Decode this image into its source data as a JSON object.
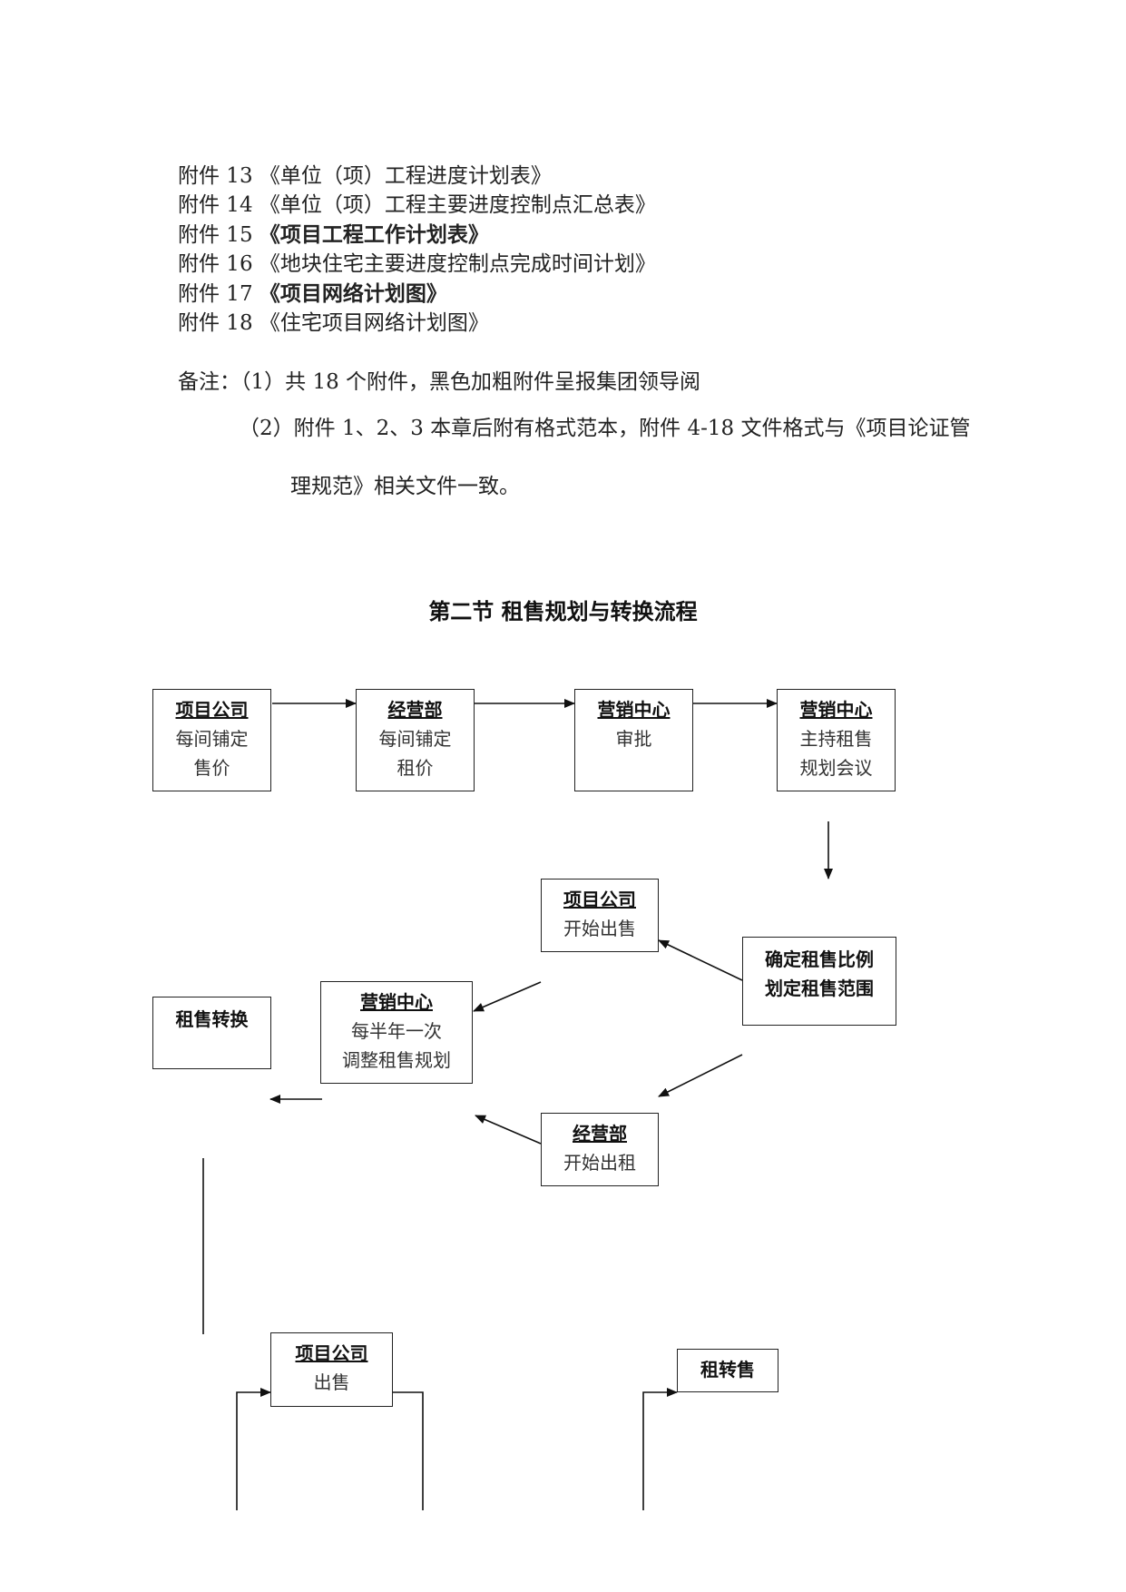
{
  "attachments": [
    {
      "prefix": "附件 13 ",
      "title": "《单位（项）工程进度计划表》",
      "bold": false
    },
    {
      "prefix": "附件 14 ",
      "title": "《单位（项）工程主要进度控制点汇总表》",
      "bold": false
    },
    {
      "prefix": "附件 15 ",
      "title": "《项目工程工作计划表》",
      "bold": true
    },
    {
      "prefix": "附件 16 ",
      "title": "《地块住宅主要进度控制点完成时间计划》",
      "bold": false
    },
    {
      "prefix": "附件 17 ",
      "title": "《项目网络计划图》",
      "bold": true
    },
    {
      "prefix": "附件 18 ",
      "title": "《住宅项目网络计划图》",
      "bold": false
    }
  ],
  "notes": {
    "line1": "备注：（1）共 18 个附件，黑色加粗附件呈报集团领导阅",
    "line2": "（2）附件 1、2、3 本章后附有格式范本，附件 4-18 文件格式与《项目论证管",
    "line3": "理规范》相关文件一致。"
  },
  "section_title": "第二节 租售规划与转换流程",
  "flow": {
    "b1": {
      "head": "项目公司",
      "line1": "每间铺定",
      "line2": "售价"
    },
    "b2": {
      "head": "经营部",
      "line1": "每间铺定",
      "line2": "租价"
    },
    "b3": {
      "head": "营销中心",
      "line1": "审批"
    },
    "b4": {
      "head": "营销中心",
      "line1": "主持租售",
      "line2": "规划会议"
    },
    "b5": {
      "head": "项目公司",
      "line1": "开始出售"
    },
    "b6": {
      "line1": "确定租售比例",
      "line2": "划定租售范围"
    },
    "b7": {
      "head": "营销中心",
      "line1": "每半年一次",
      "line2": "调整租售规划"
    },
    "b8": {
      "label": "租售转换"
    },
    "b9": {
      "head": "经营部",
      "line1": "开始出租"
    },
    "b10": {
      "head": "项目公司",
      "line1": "出售"
    },
    "b11": {
      "label": "租转售"
    }
  }
}
